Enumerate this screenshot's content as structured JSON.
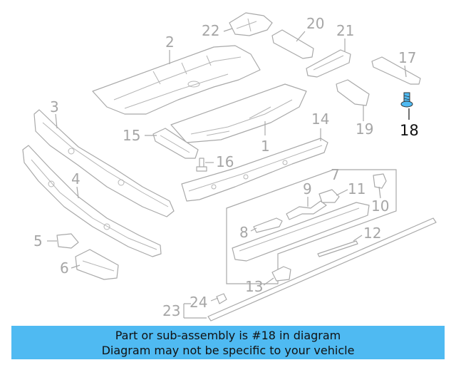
{
  "callouts": {
    "c1": "1",
    "c2": "2",
    "c3": "3",
    "c4": "4",
    "c5": "5",
    "c6": "6",
    "c7": "7",
    "c8": "8",
    "c9": "9",
    "c10": "10",
    "c11": "11",
    "c12": "12",
    "c13": "13",
    "c14": "14",
    "c15": "15",
    "c16": "16",
    "c17": "17",
    "c18": "18",
    "c19": "19",
    "c20": "20",
    "c21": "21",
    "c22": "22",
    "c23": "23",
    "c24": "24"
  },
  "highlight": {
    "part_number": "18",
    "color": "#4fbaf2"
  },
  "banner": {
    "line1": "Part or sub-assembly is #18 in diagram",
    "line2": "Diagram may not be specific to your vehicle",
    "background": "#4fbaf2"
  }
}
